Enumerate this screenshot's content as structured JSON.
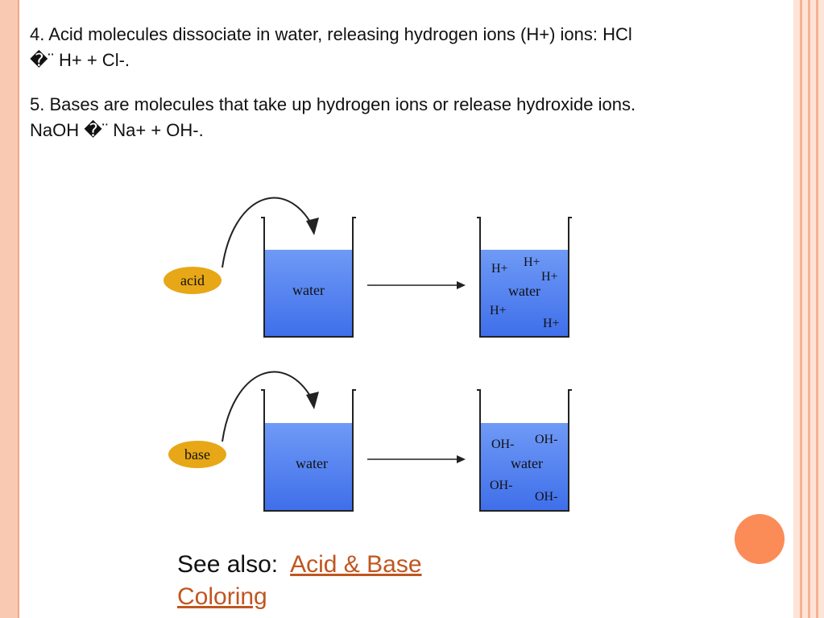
{
  "slide": {
    "bullet_4": {
      "line1": "4. Acid molecules dissociate in water, releasing hydrogen ions (H+) ions: HCl",
      "line2": "�¨ H+ + Cl-."
    },
    "bullet_5": {
      "line1": "5. Bases are molecules that take up hydrogen ions or release hydroxide ions.",
      "line2": "NaOH �¨ Na+ + OH-."
    },
    "see_also": {
      "label": "See also:",
      "link_text": "Acid & Base Coloring"
    }
  },
  "diagram": {
    "acid_row": {
      "oval_label": "acid",
      "beaker_before_label": "water",
      "beaker_after_label": "water",
      "ions": [
        "H+",
        "H+",
        "H+",
        "H+",
        "H+"
      ]
    },
    "base_row": {
      "oval_label": "base",
      "beaker_before_label": "water",
      "beaker_after_label": "water",
      "ions": [
        "OH-",
        "OH-",
        "OH-",
        "OH-"
      ]
    }
  },
  "colors": {
    "water": "#4f7ff0",
    "oval": "#e7a716",
    "link": "#c0561f",
    "accent_dot": "#fb8c58"
  }
}
